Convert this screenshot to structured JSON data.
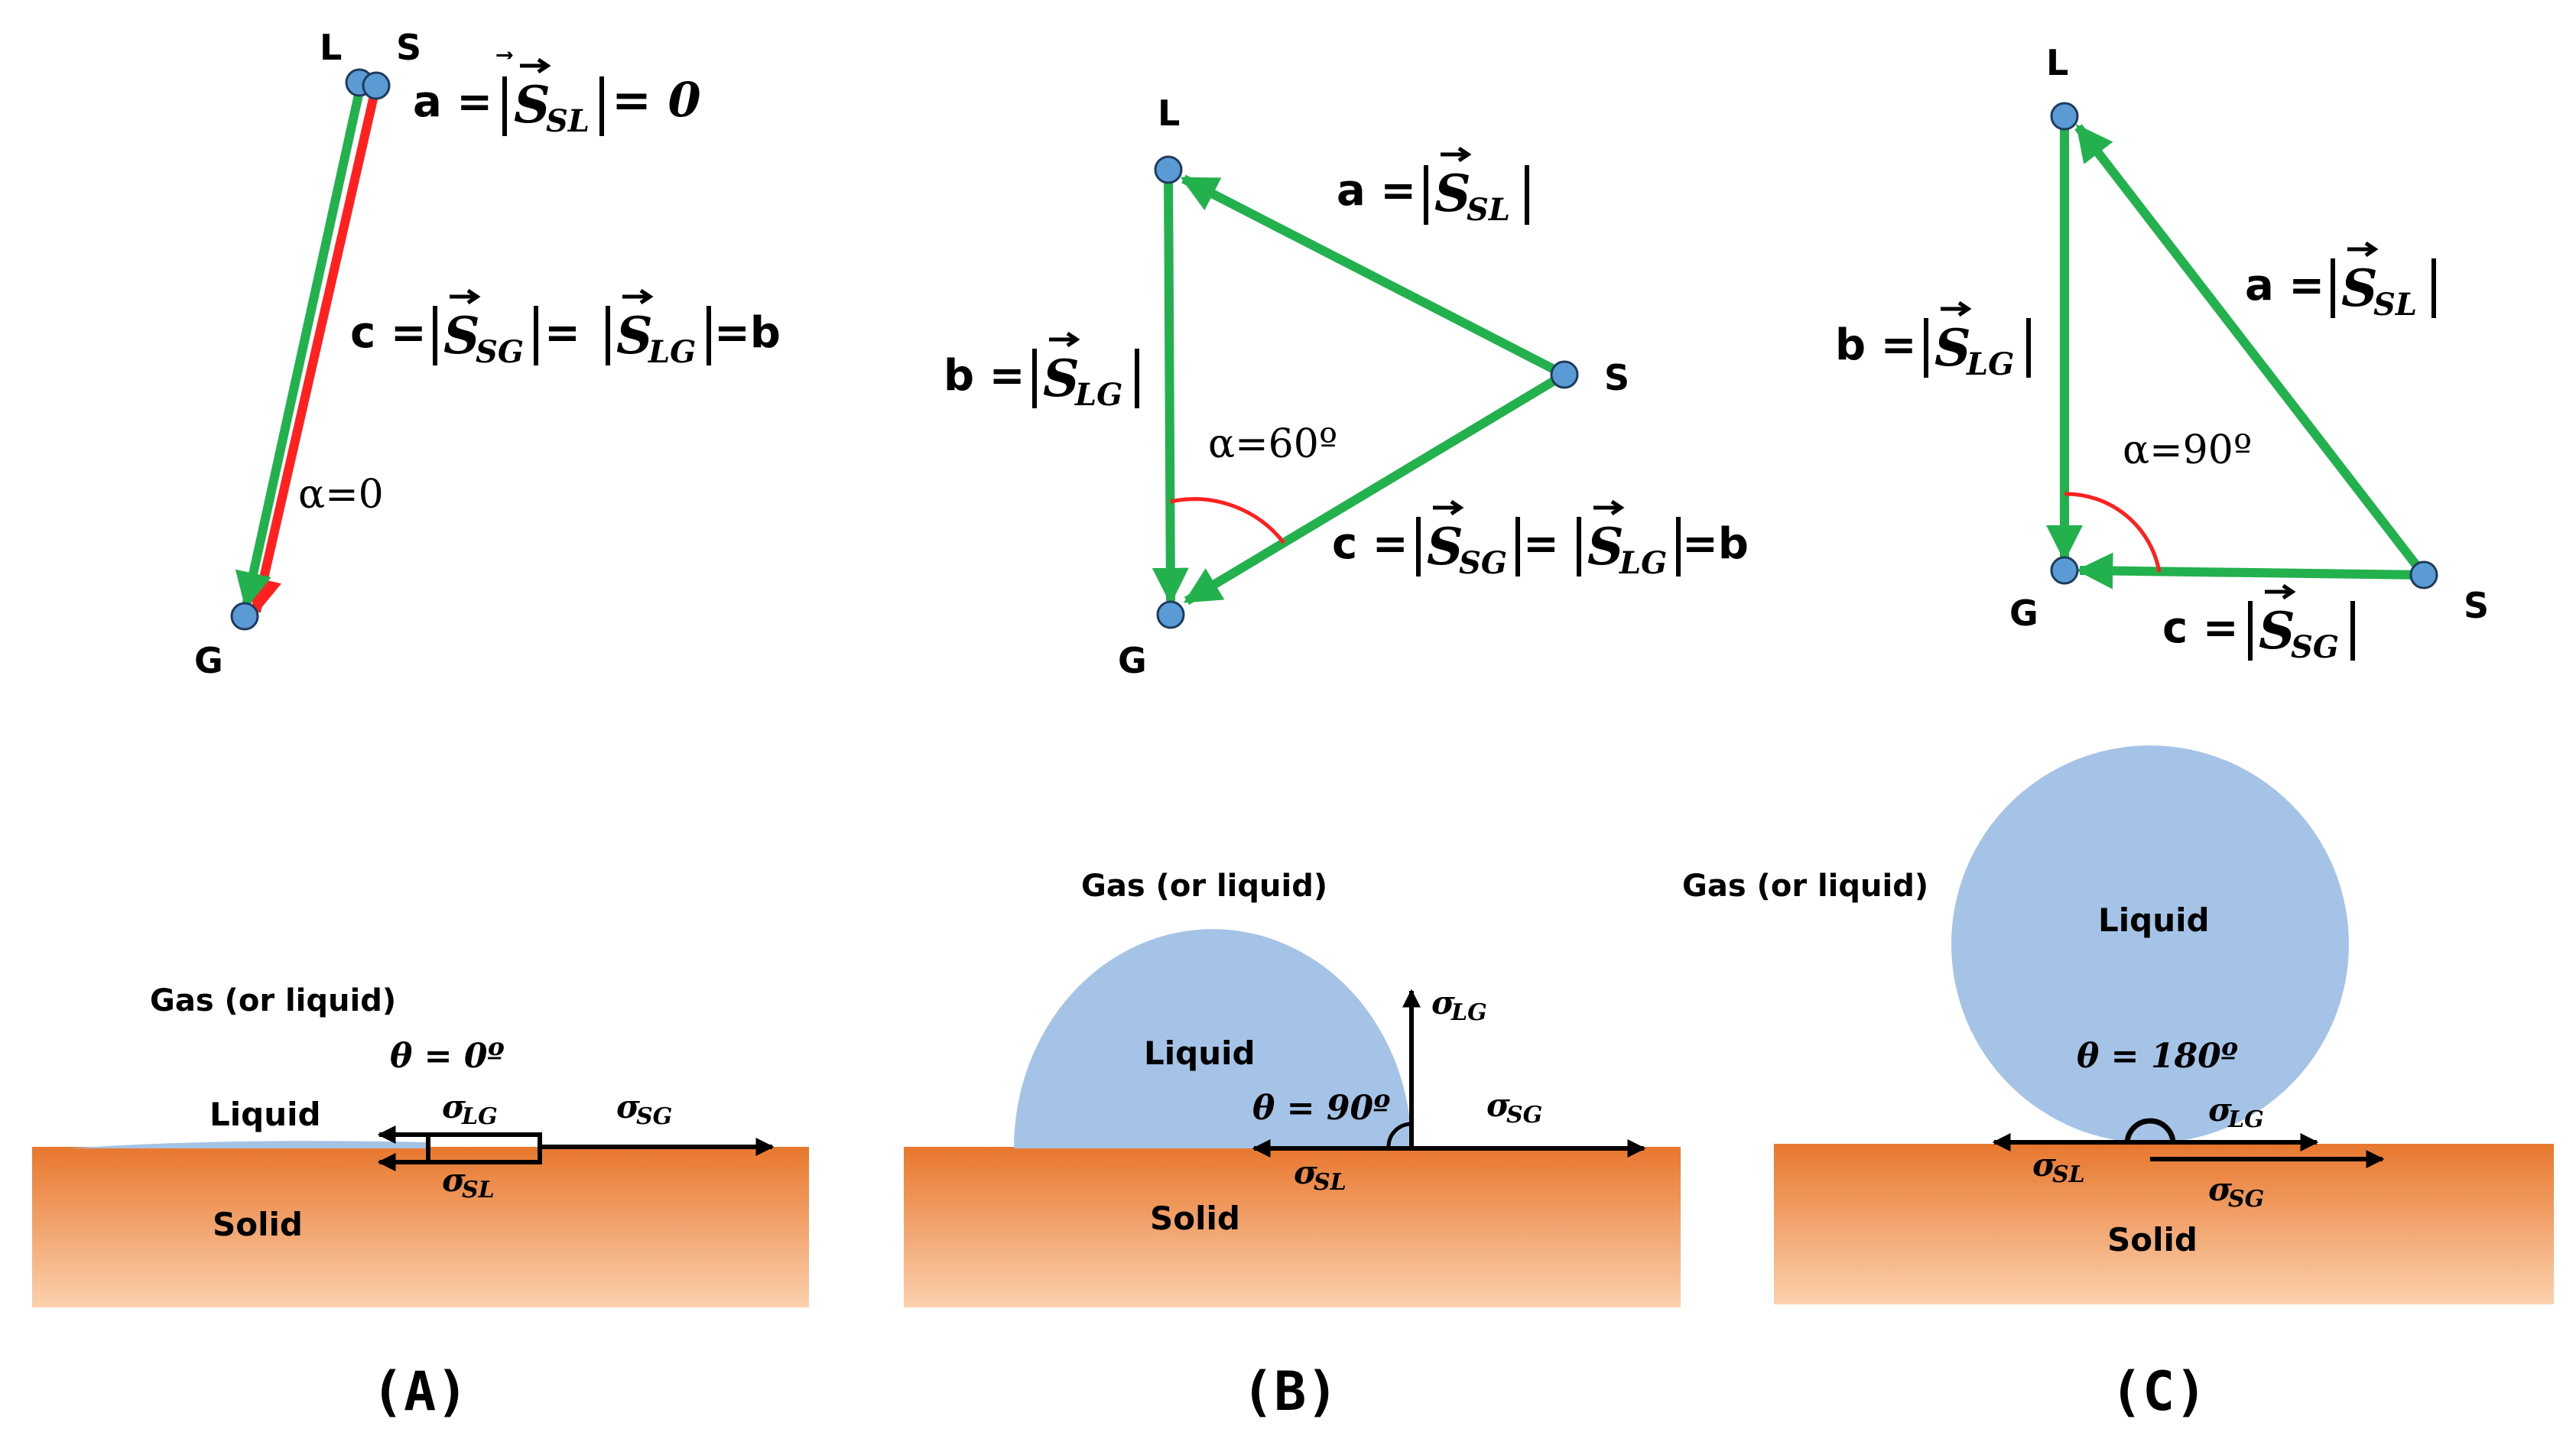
{
  "colors": {
    "green": "#22b14c",
    "red": "#ff2020",
    "node_fill": "#5b9bd5",
    "node_stroke": "#1f3b5c",
    "liquid": "#a4c3e6",
    "solid_top": "#e8772e",
    "solid_bottom": "#fbd1ae",
    "arrow": "#000000"
  },
  "icons": {
    "vertex": "circle",
    "angle_marker": "arc"
  },
  "triangles": {
    "a": {
      "vertex_L": "L",
      "vertex_S": "S",
      "vertex_G": "G",
      "label_a_prefix": "a = ",
      "label_a_S": "S",
      "label_a_sub": "SL",
      "label_a_suffix": " = 0",
      "label_c_prefix": "c = ",
      "label_c_S1": "S",
      "label_c_sub1": "SG",
      "label_c_mid": " = ",
      "label_c_S2": "S",
      "label_c_sub2": "LG",
      "label_c_suffix": "=b",
      "angle": "α=0"
    },
    "b": {
      "vertex_L": "L",
      "vertex_S": "S",
      "vertex_G": "G",
      "label_a_prefix": "a = ",
      "label_a_S": "S",
      "label_a_sub": "SL",
      "label_b_prefix": "b = ",
      "label_b_S": "S",
      "label_b_sub": "LG",
      "label_c_prefix": "c = ",
      "label_c_S1": "S",
      "label_c_sub1": "SG",
      "label_c_mid": "= ",
      "label_c_S2": "S",
      "label_c_sub2": "LG",
      "label_c_suffix": "=b",
      "angle": "α=60º"
    },
    "c": {
      "vertex_L": "L",
      "vertex_S": "S",
      "vertex_G": "G",
      "label_a_prefix": "a = ",
      "label_a_S": "S",
      "label_a_sub": "SL",
      "label_b_prefix": "b = ",
      "label_b_S": "S",
      "label_b_sub": "LG",
      "label_c_prefix": "c = ",
      "label_c_S": "S",
      "label_c_sub": "SG",
      "angle": "α=90º"
    }
  },
  "panels": {
    "a": {
      "gas": "Gas (or liquid)",
      "liquid": "Liquid",
      "solid": "Solid",
      "theta": "θ = 0º",
      "sigma_LG": "σ",
      "sigma_LG_sub": "LG",
      "sigma_SL": "σ",
      "sigma_SL_sub": "SL",
      "sigma_SG": "σ",
      "sigma_SG_sub": "SG",
      "caption": "(A)"
    },
    "b": {
      "gas": "Gas (or liquid)",
      "liquid": "Liquid",
      "solid": "Solid",
      "theta": "θ = 90º",
      "sigma_LG": "σ",
      "sigma_LG_sub": "LG",
      "sigma_SL": "σ",
      "sigma_SL_sub": "SL",
      "sigma_SG": "σ",
      "sigma_SG_sub": "SG",
      "caption": "(B)"
    },
    "c": {
      "gas": "Gas (or liquid)",
      "liquid": "Liquid",
      "solid": "Solid",
      "theta": "θ = 180º",
      "sigma_LG": "σ",
      "sigma_LG_sub": "LG",
      "sigma_SL": "σ",
      "sigma_SL_sub": "SL",
      "sigma_SG": "σ",
      "sigma_SG_sub": "SG",
      "caption": "(C)"
    }
  }
}
